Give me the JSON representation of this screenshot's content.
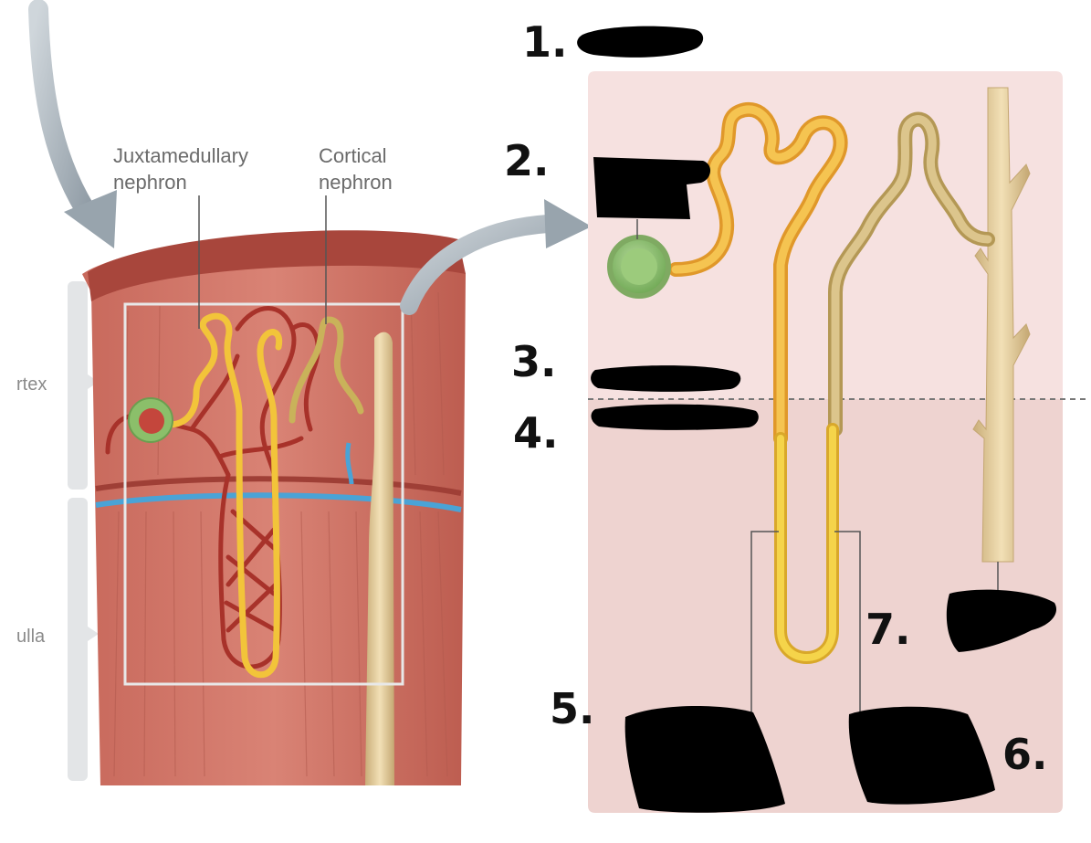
{
  "labels": {
    "juxtamedullary_line1": "Juxtamedullary",
    "juxtamedullary_line2": "nephron",
    "cortical_line1": "Cortical",
    "cortical_line2": "nephron",
    "cortex_partial": "rtex",
    "medulla_partial": "ulla"
  },
  "numbers": [
    "1.",
    "2.",
    "3.",
    "4.",
    "5.",
    "6.",
    "7."
  ],
  "colors": {
    "kidney_tissue": "#c76a5c",
    "capsule_top": "#a8463c",
    "zoom_panel_cortex": "#f6e1e0",
    "zoom_panel_medulla": "#eed3d0",
    "tubule_yellow": "#f2c43a",
    "tubule_orange": "#e8a93a",
    "glomerulus_green": "#8bbf6a",
    "collecting_duct": "#e6cf9c",
    "vessel_red": "#a8322a",
    "vessel_blue": "#4aa3d6",
    "redaction": "#000000",
    "arrow_gray": "#a9b4bd"
  }
}
